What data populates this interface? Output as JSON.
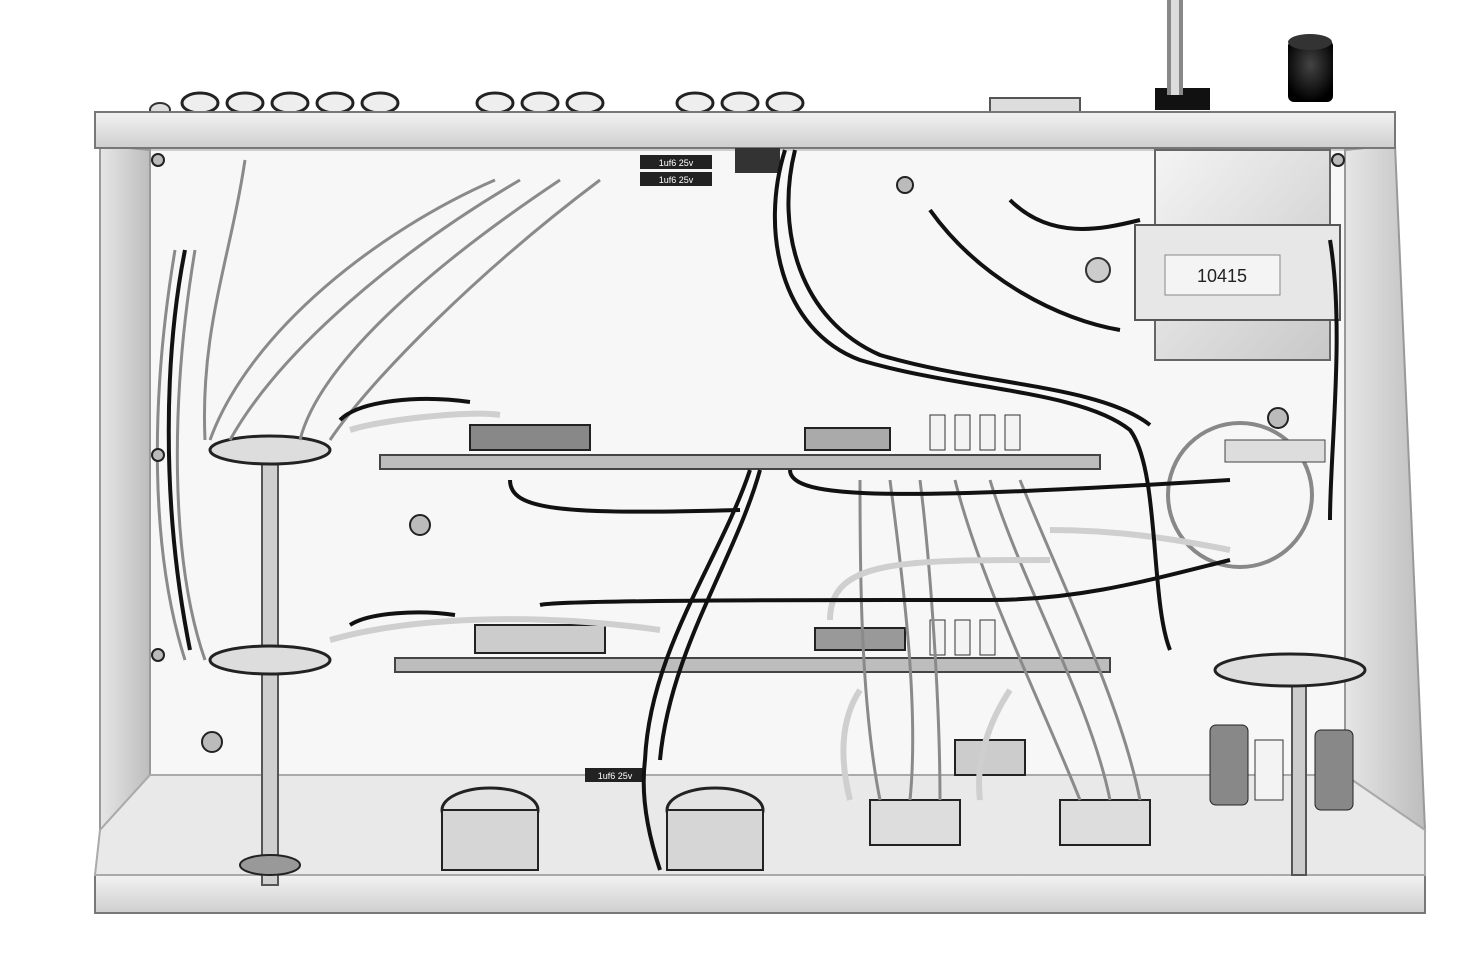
{
  "photo": {
    "subject": "chassis-underside",
    "colors": {
      "background": "#ffffff",
      "metal": "#d9d9d9",
      "metal_dark": "#9a9a9a",
      "wire_black": "#111111",
      "wire_grey": "#7a7a7a"
    }
  },
  "labels": {
    "transformer_code": "10415",
    "cap_top_1": "1uf6 25v",
    "cap_top_2": "1uf6 25v",
    "cap_bottom": "1uf6 25v"
  }
}
